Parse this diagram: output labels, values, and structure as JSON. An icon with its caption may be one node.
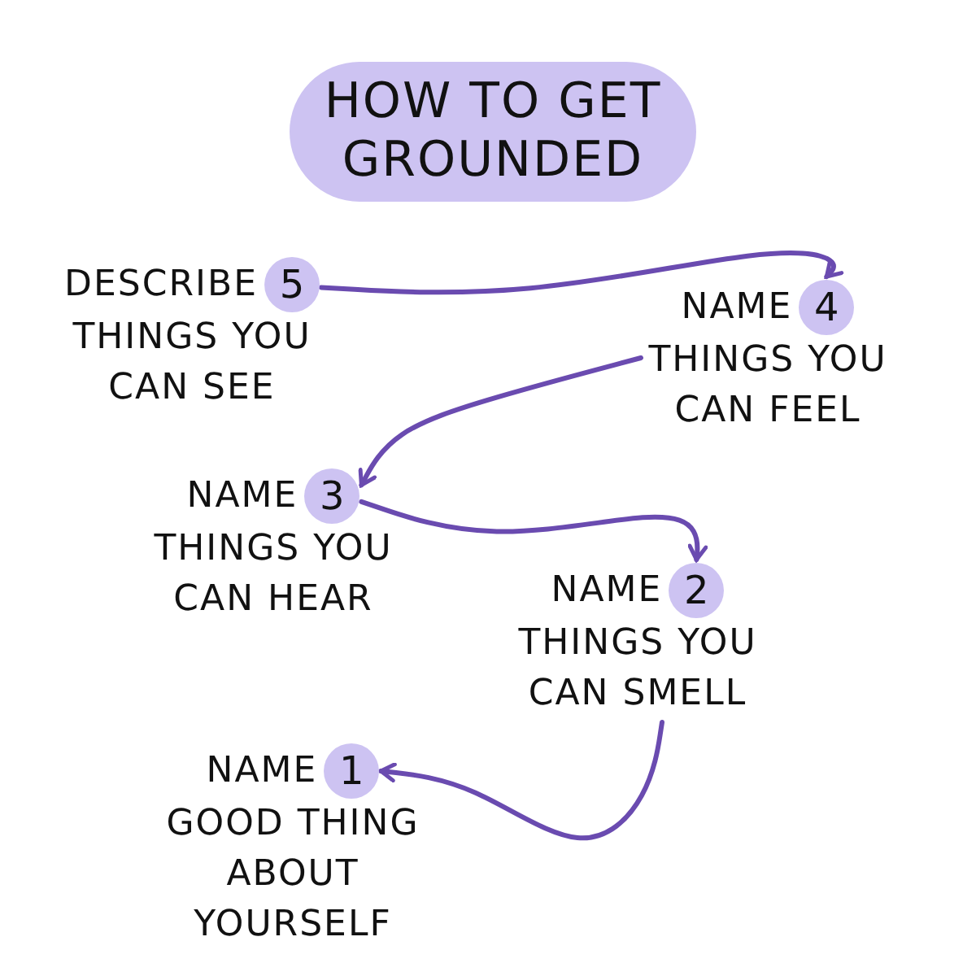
{
  "diagram": {
    "title": "HOW TO GET GROUNDED",
    "nodes": [
      {
        "text": [
          "DESCRIBE",
          "THINGS YOU CAN SEE"
        ]
      },
      {
        "text": [
          "5"
        ],
        "in": 0
      },
      {
        "text": [
          "NAME",
          "THINGS YOU CAN FEEL"
        ]
      },
      {
        "text": [
          "4"
        ],
        "in": 2
      },
      {
        "text": [
          "NAME",
          "THINGS YOU CAN HEAR"
        ]
      },
      {
        "text": [
          "3"
        ],
        "in": 4
      },
      {
        "text": [
          "NAME",
          "THINGS YOU CAN SMELL"
        ]
      },
      {
        "text": [
          "2"
        ],
        "in": 6
      },
      {
        "text": [
          "NAME",
          "GOOD THING ABOUT YOURSELF"
        ]
      },
      {
        "text": [
          "1"
        ],
        "in": 8
      }
    ],
    "edges": [
      {
        "from": 1,
        "to": 3,
        "arrow": "to"
      },
      {
        "from": 2,
        "to": 5,
        "arrow": "to"
      },
      {
        "from": 5,
        "to": 7,
        "arrow": "to"
      },
      {
        "from": 6,
        "to": 9,
        "arrow": "to"
      }
    ]
  }
}
